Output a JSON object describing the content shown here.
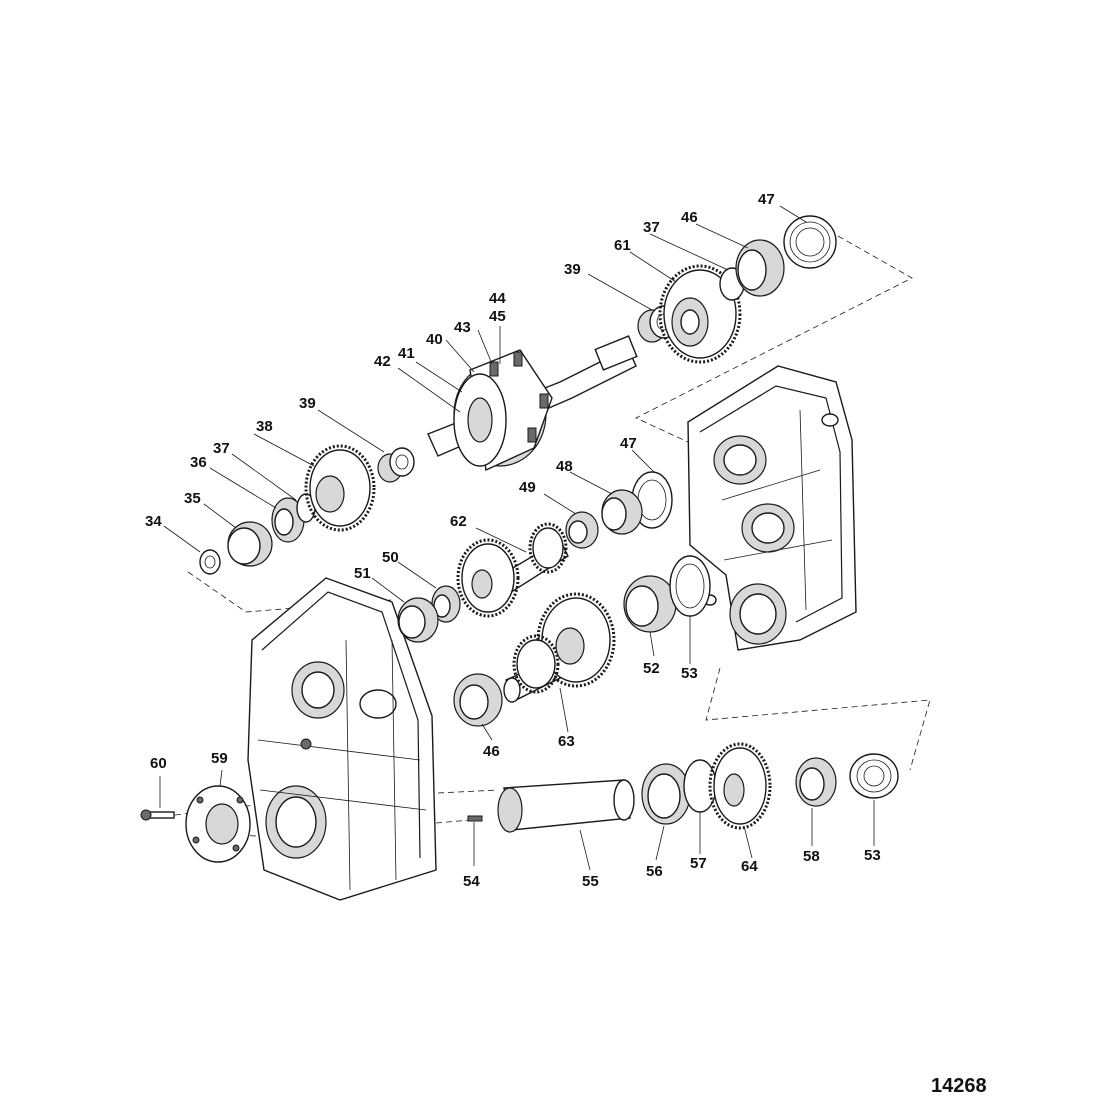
{
  "figure": {
    "id": "14268"
  },
  "callouts": [
    {
      "label": "47"
    },
    {
      "label": "37"
    },
    {
      "label": "46"
    },
    {
      "label": "61"
    },
    {
      "label": "39"
    },
    {
      "label": "44"
    },
    {
      "label": "45"
    },
    {
      "label": "43"
    },
    {
      "label": "40"
    },
    {
      "label": "41"
    },
    {
      "label": "42"
    },
    {
      "label": "39"
    },
    {
      "label": "38"
    },
    {
      "label": "37"
    },
    {
      "label": "36"
    },
    {
      "label": "35"
    },
    {
      "label": "34"
    },
    {
      "label": "47"
    },
    {
      "label": "48"
    },
    {
      "label": "49"
    },
    {
      "label": "62"
    },
    {
      "label": "50"
    },
    {
      "label": "51"
    },
    {
      "label": "52"
    },
    {
      "label": "53"
    },
    {
      "label": "46"
    },
    {
      "label": "63"
    },
    {
      "label": "60"
    },
    {
      "label": "59"
    },
    {
      "label": "54"
    },
    {
      "label": "55"
    },
    {
      "label": "56"
    },
    {
      "label": "57"
    },
    {
      "label": "64"
    },
    {
      "label": "58"
    },
    {
      "label": "53"
    }
  ]
}
